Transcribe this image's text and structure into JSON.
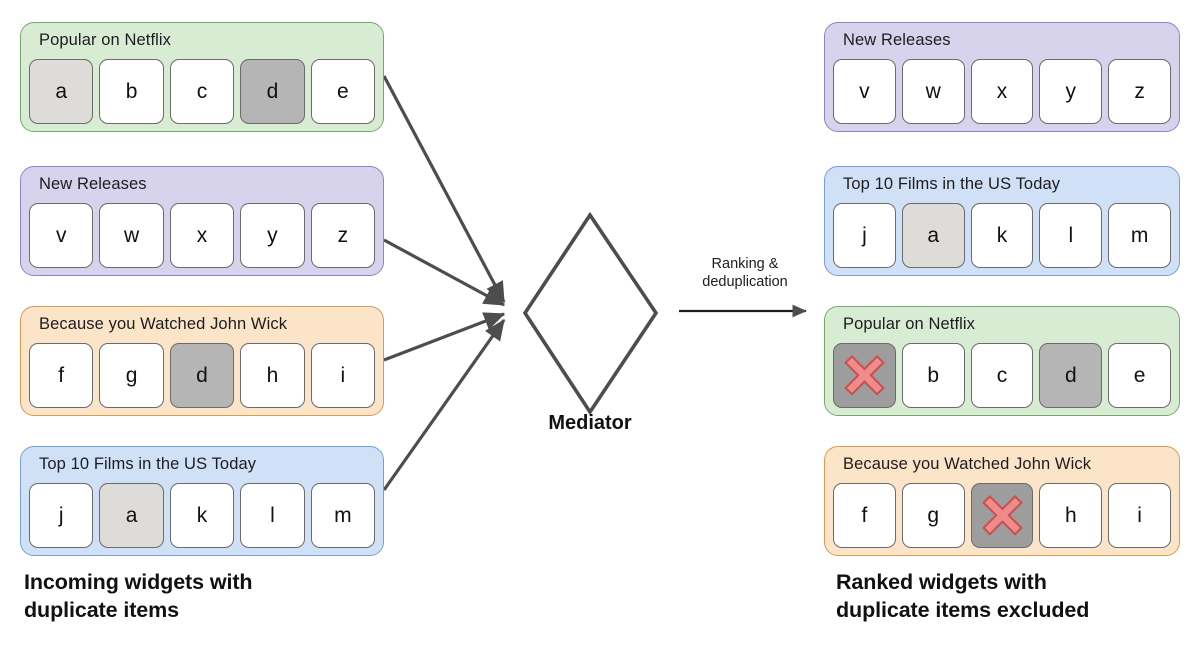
{
  "diagram": {
    "title_left_caption": "Incoming widgets with\nduplicate items",
    "title_right_caption": "Ranked widgets with\nduplicate items excluded",
    "mediator_label": "Mediator",
    "process_arrow_label": "Ranking &\ndeduplication",
    "colors": {
      "green_fill": "#d8ecd4",
      "green_border": "#76a86e",
      "purple_fill": "#d7d3ec",
      "purple_border": "#8b86c4",
      "orange_fill": "#fbe4c8",
      "orange_border": "#d79b54",
      "blue_fill": "#cfe0f7",
      "blue_border": "#7b9ed4",
      "tile_white": "#ffffff",
      "tile_shade_light": "#dedcd8",
      "tile_shade_dark": "#b5b5b5",
      "tile_shade_x": "#9d9d9d",
      "x_fill": "#f08b8b",
      "x_stroke": "#c8504f",
      "connector": "#4d4d4d"
    }
  },
  "left_panels": [
    {
      "title": "Popular on Netflix",
      "theme": "green",
      "items": [
        {
          "label": "a",
          "state": "shade-light"
        },
        {
          "label": "b",
          "state": "plain"
        },
        {
          "label": "c",
          "state": "plain"
        },
        {
          "label": "d",
          "state": "shade-dark"
        },
        {
          "label": "e",
          "state": "plain"
        }
      ]
    },
    {
      "title": "New Releases",
      "theme": "purple",
      "items": [
        {
          "label": "v",
          "state": "plain"
        },
        {
          "label": "w",
          "state": "plain"
        },
        {
          "label": "x",
          "state": "plain"
        },
        {
          "label": "y",
          "state": "plain"
        },
        {
          "label": "z",
          "state": "plain"
        }
      ]
    },
    {
      "title": "Because you Watched John Wick",
      "theme": "orange",
      "items": [
        {
          "label": "f",
          "state": "plain"
        },
        {
          "label": "g",
          "state": "plain"
        },
        {
          "label": "d",
          "state": "shade-dark"
        },
        {
          "label": "h",
          "state": "plain"
        },
        {
          "label": "i",
          "state": "plain"
        }
      ]
    },
    {
      "title": "Top 10 Films in the US Today",
      "theme": "blue",
      "items": [
        {
          "label": "j",
          "state": "plain"
        },
        {
          "label": "a",
          "state": "shade-light"
        },
        {
          "label": "k",
          "state": "plain"
        },
        {
          "label": "l",
          "state": "plain"
        },
        {
          "label": "m",
          "state": "plain"
        }
      ]
    }
  ],
  "right_panels": [
    {
      "title": "New Releases",
      "theme": "purple",
      "items": [
        {
          "label": "v",
          "state": "plain"
        },
        {
          "label": "w",
          "state": "plain"
        },
        {
          "label": "x",
          "state": "plain"
        },
        {
          "label": "y",
          "state": "plain"
        },
        {
          "label": "z",
          "state": "plain"
        }
      ]
    },
    {
      "title": "Top 10 Films in the US Today",
      "theme": "blue",
      "items": [
        {
          "label": "j",
          "state": "plain"
        },
        {
          "label": "a",
          "state": "shade-light"
        },
        {
          "label": "k",
          "state": "plain"
        },
        {
          "label": "l",
          "state": "plain"
        },
        {
          "label": "m",
          "state": "plain"
        }
      ]
    },
    {
      "title": "Popular on Netflix",
      "theme": "green",
      "items": [
        {
          "label": "",
          "state": "excluded"
        },
        {
          "label": "b",
          "state": "plain"
        },
        {
          "label": "c",
          "state": "plain"
        },
        {
          "label": "d",
          "state": "shade-dark"
        },
        {
          "label": "e",
          "state": "plain"
        }
      ]
    },
    {
      "title": "Because you Watched John Wick",
      "theme": "orange",
      "items": [
        {
          "label": "f",
          "state": "plain"
        },
        {
          "label": "g",
          "state": "plain"
        },
        {
          "label": "",
          "state": "excluded"
        },
        {
          "label": "h",
          "state": "plain"
        },
        {
          "label": "i",
          "state": "plain"
        }
      ]
    }
  ],
  "icons": {
    "exclusion": "x-mark-icon"
  }
}
